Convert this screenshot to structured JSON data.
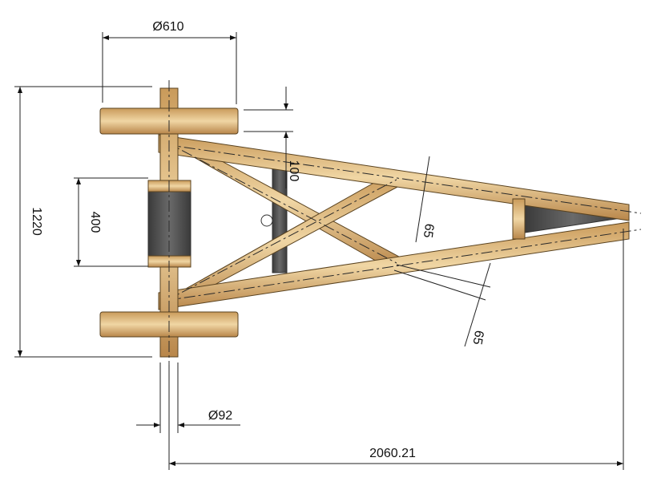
{
  "drawing": {
    "dimensions": {
      "wheel_diameter": "Ø610",
      "track_width": "1220",
      "drum_length": "400",
      "tube_width": "100",
      "tube_diag_top": "65",
      "tube_diag_bottom": "65",
      "axle_diameter": "Ø92",
      "overall_length": "2060.21"
    },
    "colors": {
      "wood": "#d8b27a",
      "dark": "#4a4a4a",
      "line": "#222222"
    }
  }
}
